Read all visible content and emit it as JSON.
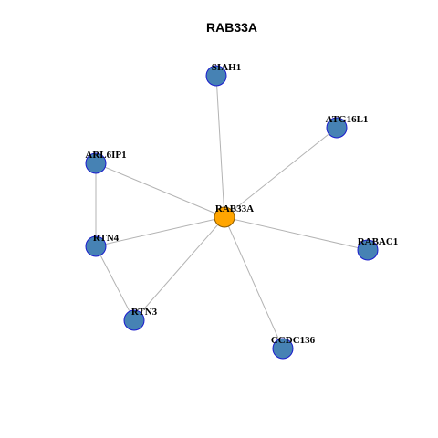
{
  "title": "RAB33A",
  "colors": {
    "hub_fill": "#ffa500",
    "hub_stroke": "#8b5a00",
    "node_fill": "#4682b4",
    "node_stroke": "#1a1acd",
    "edge": "#b3b3b3"
  },
  "nodes": [
    {
      "id": "RAB33A",
      "label": "RAB33A",
      "hub": true
    },
    {
      "id": "SIAH1",
      "label": "SIAH1"
    },
    {
      "id": "ATG16L1",
      "label": "ATG16L1"
    },
    {
      "id": "ARL6IP1",
      "label": "ARL6IP1"
    },
    {
      "id": "RTN4",
      "label": "RTN4"
    },
    {
      "id": "RABAC1",
      "label": "RABAC1"
    },
    {
      "id": "RTN3",
      "label": "RTN3"
    },
    {
      "id": "CCDC136",
      "label": "CCDC136"
    }
  ],
  "edges": [
    [
      "RAB33A",
      "SIAH1"
    ],
    [
      "RAB33A",
      "ATG16L1"
    ],
    [
      "RAB33A",
      "ARL6IP1"
    ],
    [
      "RAB33A",
      "RTN4"
    ],
    [
      "RAB33A",
      "RABAC1"
    ],
    [
      "RAB33A",
      "RTN3"
    ],
    [
      "RAB33A",
      "CCDC136"
    ],
    [
      "ARL6IP1",
      "RTN4"
    ],
    [
      "RTN4",
      "RTN3"
    ]
  ]
}
